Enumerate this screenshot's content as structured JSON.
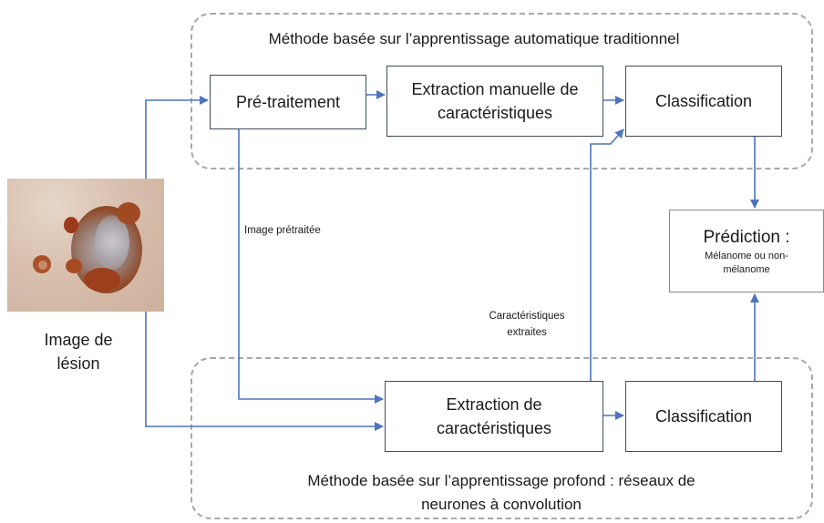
{
  "traditional": {
    "title": "Méthode basée sur l’apprentissage automatique traditionnel",
    "preprocess": "Pré-traitement",
    "manual_extraction": "Extraction manuelle de caractéristiques",
    "classification": "Classification"
  },
  "deep": {
    "title": "Méthode basée sur l’apprentissage profond : réseaux de neurones à convolution",
    "extraction": "Extraction de caractéristiques",
    "classification": "Classification"
  },
  "prediction": {
    "title": "Prédiction :",
    "subtitle": "Mélanome ou non-mélanome"
  },
  "labels": {
    "preprocessed_image": "Image prétraitée",
    "extracted_features": "Caractéristiques extraites"
  },
  "lesion_image": {
    "caption": "Image de lésion"
  },
  "colors": {
    "arrow": "#4f73be",
    "box_border": "#3f4d5f",
    "group_border": "#a8a8a8"
  }
}
